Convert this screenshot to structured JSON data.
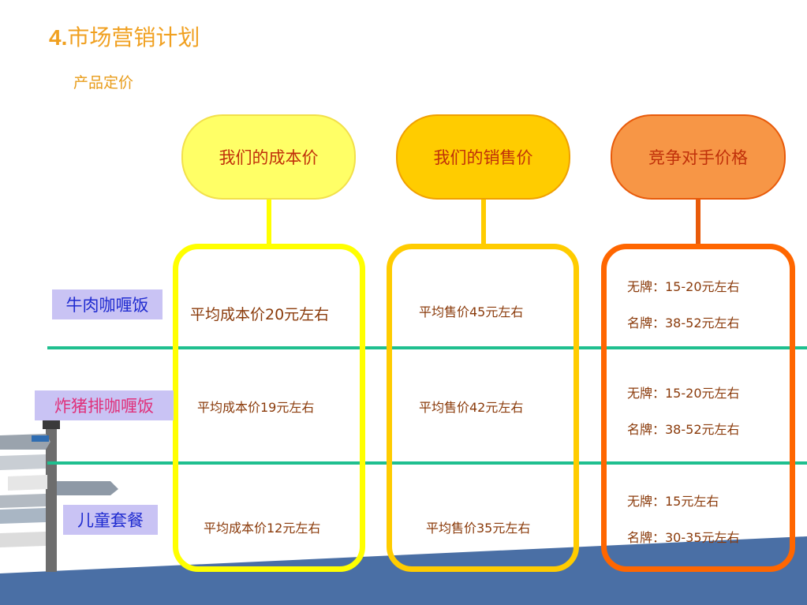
{
  "header": {
    "number": "4.",
    "title": "市场营销计划",
    "subtitle": "产品定价"
  },
  "columns": [
    {
      "label": "我们的成本价",
      "color": "#ffff66",
      "border": "#f2e04a",
      "text_color": "#c0300a",
      "box_color": "#ffff00"
    },
    {
      "label": "我们的销售价",
      "color": "#ffcc00",
      "border": "#f0a000",
      "text_color": "#c0300a",
      "box_color": "#ffcc00"
    },
    {
      "label": "竞争对手价格",
      "color": "#f79646",
      "border": "#e85a0a",
      "text_color": "#c0300a",
      "box_color": "#ff6600"
    }
  ],
  "rows": [
    {
      "label": "牛肉咖喱饭",
      "label_color": "#1f2bd0",
      "cost": "平均成本价20元左右",
      "sale": "平均售价45元左右",
      "comp_a": "无牌：15-20元左右",
      "comp_b": "名牌：38-52元左右"
    },
    {
      "label": "炸猪排咖喱饭",
      "label_color": "#e0307a",
      "cost": "平均成本价19元左右",
      "sale": "平均售价42元左右",
      "comp_a": "无牌：15-20元左右",
      "comp_b": "名牌：38-52元左右"
    },
    {
      "label": "儿童套餐",
      "label_color": "#1f2bd0",
      "cost": "平均成本价12元左右",
      "sale": "平均售价35元左右",
      "comp_a": "无牌：15元左右",
      "comp_b": "名牌：30-35元左右"
    }
  ]
}
